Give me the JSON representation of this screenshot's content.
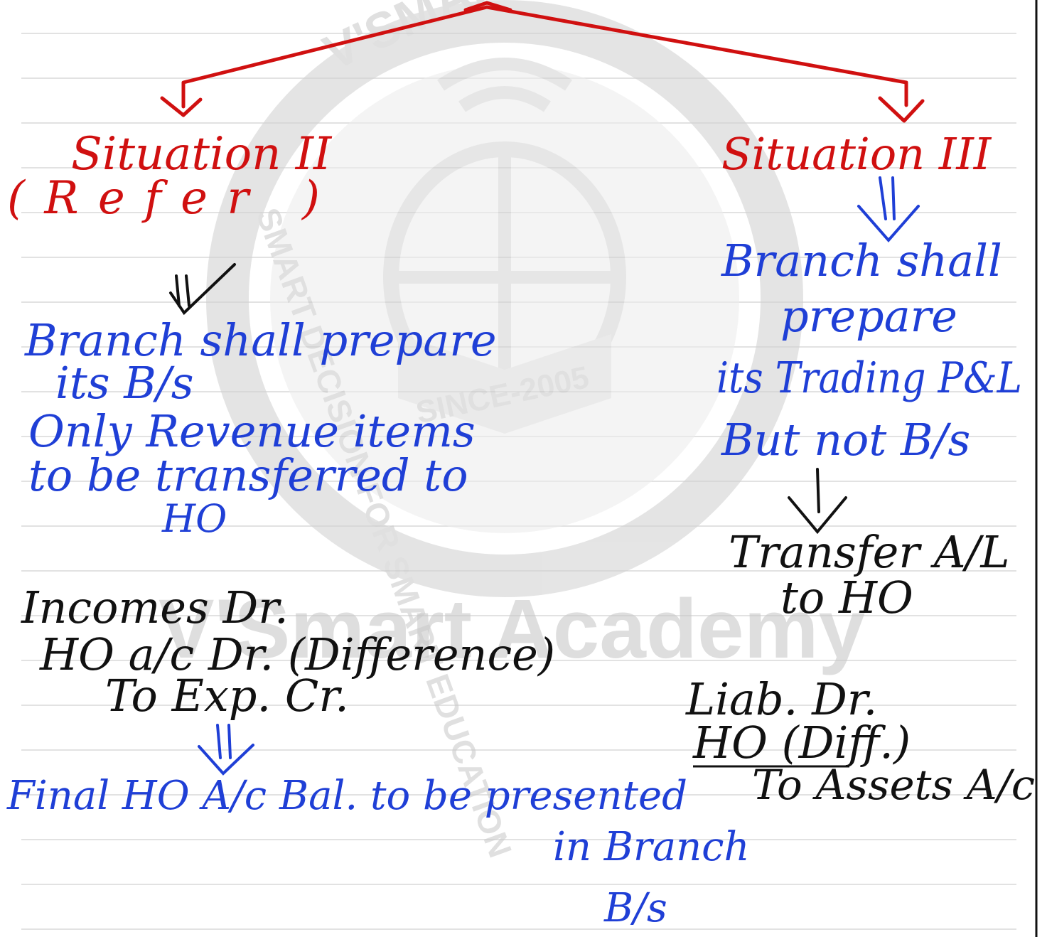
{
  "watermark": {
    "brand": "V'Smart Academy",
    "ring_top": "V'SMART ACADEMY",
    "ring_left": "SMART DECISION FOR SMART EDUCATION",
    "since": "SINCE-2005"
  },
  "left_branch": {
    "heading": "Situation II",
    "sub": "(Refer )",
    "line1": "Branch shall prepare",
    "line2": "its B/s",
    "line3": "Only Revenue items",
    "line4": "to be transferred to",
    "line5": "HO",
    "entry1": "Incomes Dr.",
    "entry2": "HO a/c Dr. (Difference)",
    "entry3": "To Exp. Cr.",
    "final1": "Final HO A/c Bal. to be presented",
    "final2": "in Branch",
    "final3": "B/s"
  },
  "right_branch": {
    "heading": "Situation III",
    "line1": "Branch shall",
    "line2": "prepare",
    "line3": "its Trading P&L",
    "line4": "But not B/s",
    "line5": "Transfer A/L",
    "line6": "to HO",
    "entry1": "Liab. Dr.",
    "entry2": "HO (Diff.)",
    "entry3": "To Assets A/c"
  },
  "colors": {
    "red": "#d01010",
    "blue": "#1f3fd6",
    "black": "#111111",
    "ruled_line": "#d6d6d6",
    "watermark": "#c8c8c8"
  }
}
